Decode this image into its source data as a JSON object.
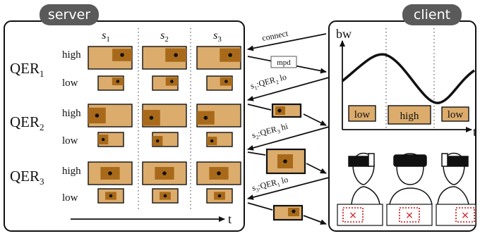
{
  "server": {
    "title": "server",
    "segments": [
      {
        "label": "s",
        "sub": "1"
      },
      {
        "label": "s",
        "sub": "2"
      },
      {
        "label": "s",
        "sub": "3"
      }
    ],
    "qers": [
      {
        "label": "QER",
        "sub": "1",
        "high": "high",
        "low": "low"
      },
      {
        "label": "QER",
        "sub": "2",
        "high": "high",
        "low": "low"
      },
      {
        "label": "QER",
        "sub": "3",
        "high": "high",
        "low": "low"
      }
    ],
    "time_axis": "t"
  },
  "client": {
    "title": "client",
    "bw_label": "bw",
    "time_axis": "t",
    "quality_boxes": [
      "low",
      "high",
      "low"
    ]
  },
  "messages": {
    "connect": "connect",
    "mpd": "mpd",
    "req1": {
      "seg": "s",
      "seg_sub": "1",
      "qer": "QER",
      "qer_sub": "2",
      "quality": "lo"
    },
    "req2": {
      "seg": "s",
      "seg_sub": "2",
      "qer": "QER",
      "qer_sub": "3",
      "quality": "hi"
    },
    "req3": {
      "seg": "s",
      "seg_sub": "3",
      "qer": "QER",
      "qer_sub": "1",
      "quality": "lo"
    }
  },
  "colors": {
    "tile": "#dcac6c",
    "region": "#a86a1a",
    "tag_bg": "#5a5a5a",
    "frame": "#111111",
    "error": "#d01010"
  }
}
